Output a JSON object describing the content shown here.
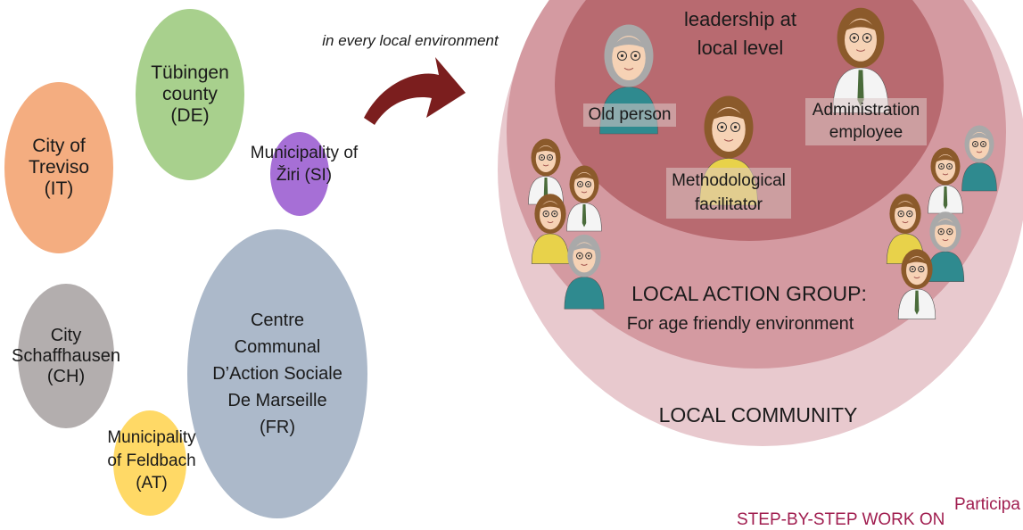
{
  "bubbles": {
    "treviso": {
      "label": "City of\nTreviso\n(IT)",
      "color": "#f4ad80"
    },
    "tubingen": {
      "label": "Tübingen\ncounty\n(DE)",
      "color": "#a8d08d"
    },
    "ziri": {
      "label": "Municipality of\nŽiri (SI)",
      "color": "#a66fd6"
    },
    "schaffhausen": {
      "label": "City\nSchaffhausen\n(CH)",
      "color": "#b3aeae"
    },
    "marseille": {
      "label": "Centre\nCommunal\nD’Action Sociale\nDe Marseille\n(FR)",
      "color": "#acb9ca"
    },
    "feldbach": {
      "label": "Municipality\nof Feldbach\n(AT)",
      "color": "#ffd966"
    }
  },
  "arrow": {
    "caption": "in every local environment",
    "color": "#7b1e1e"
  },
  "community": {
    "outer_label": "LOCAL COMMUNITY",
    "group_title": "LOCAL ACTION GROUP:",
    "group_subtitle": "For age friendly environment",
    "leadership_label": "leadership at\nlocal level",
    "roles": {
      "old_person": "Old person",
      "administration": "Administration\nemployee",
      "facilitator": "Methodological\nfacilitator"
    },
    "colors": {
      "outer": "#e8c9ce",
      "middle": "#d49aa1",
      "inner": "#b86a70"
    }
  },
  "footer": {
    "participation": "Participa",
    "step": "STEP-BY-STEP WORK ON"
  }
}
